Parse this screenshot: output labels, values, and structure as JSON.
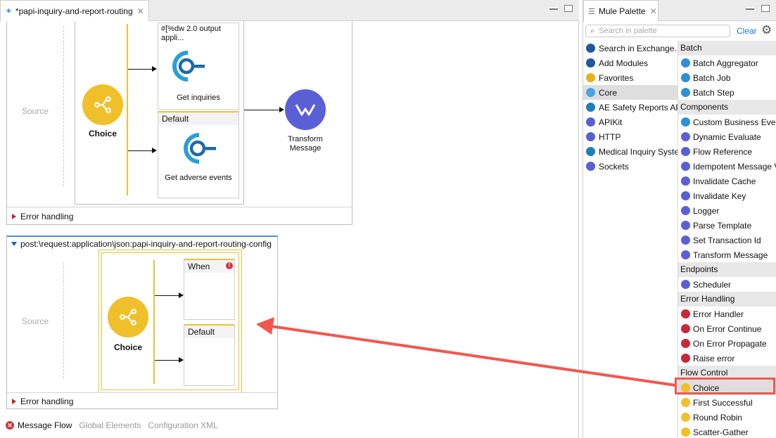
{
  "editor": {
    "tab_title": "*papi-inquiry-and-report-routing",
    "tab_close": "✕",
    "flow1": {
      "source_label": "Source",
      "choice_label": "Choice",
      "route_when_header": "#[%dw 2.0 output appli...",
      "component1_label": "Get inquiries",
      "route_default_header": "Default",
      "component2_label": "Get adverse events",
      "transform_label": "Transform Message",
      "error_handling": "Error handling"
    },
    "flow2": {
      "title": "post:\\request:application\\json:papi-inquiry-and-report-routing-config",
      "source_label": "Source",
      "choice_label": "Choice",
      "route_when_header": "When",
      "route_default_header": "Default",
      "error_handling": "Error handling"
    },
    "bottom_tabs": [
      "Message Flow",
      "Global Elements",
      "Configuration XML"
    ]
  },
  "palette": {
    "tab_title": "Mule Palette",
    "tab_close": "✕",
    "search_placeholder": "Search in palette",
    "clear_label": "Clear",
    "categories": [
      {
        "label": "Search in Exchange...",
        "icon": "exchange-icon",
        "color": "#1b5a9e"
      },
      {
        "label": "Add Modules",
        "icon": "plus-icon",
        "color": "#1b5a9e"
      },
      {
        "label": "Favorites",
        "icon": "star-icon",
        "color": "#e7b21a"
      },
      {
        "label": "Core",
        "icon": "mule-icon",
        "color": "#4aa3df",
        "selected": true
      },
      {
        "label": "AE Safety Reports AP",
        "icon": "connector-icon",
        "color": "#1e7fb8"
      },
      {
        "label": "APIKit",
        "icon": "apikit-icon",
        "color": "#5b5fd6"
      },
      {
        "label": "HTTP",
        "icon": "globe-icon",
        "color": "#5b5fd6"
      },
      {
        "label": "Medical Inquiry Syste",
        "icon": "connector-icon",
        "color": "#1e7fb8"
      },
      {
        "label": "Sockets",
        "icon": "sockets-icon",
        "color": "#5b5fd6"
      }
    ],
    "sections": [
      {
        "header": "Batch",
        "items": [
          {
            "label": "Batch Aggregator",
            "color": "#2f8fd8"
          },
          {
            "label": "Batch Job",
            "color": "#2f8fd8"
          },
          {
            "label": "Batch Step",
            "color": "#2f8fd8"
          }
        ]
      },
      {
        "header": "Components",
        "items": [
          {
            "label": "Custom Business Event",
            "color": "#2f8fd8"
          },
          {
            "label": "Dynamic Evaluate",
            "color": "#5b5fd6"
          },
          {
            "label": "Flow Reference",
            "color": "#5b5fd6"
          },
          {
            "label": "Idempotent Message V",
            "color": "#5b5fd6"
          },
          {
            "label": "Invalidate Cache",
            "color": "#5b5fd6"
          },
          {
            "label": "Invalidate Key",
            "color": "#5b5fd6"
          },
          {
            "label": "Logger",
            "color": "#5b5fd6"
          },
          {
            "label": "Parse Template",
            "color": "#5b5fd6"
          },
          {
            "label": "Set Transaction Id",
            "color": "#5b5fd6"
          },
          {
            "label": "Transform Message",
            "color": "#5b5fd6"
          }
        ]
      },
      {
        "header": "Endpoints",
        "items": [
          {
            "label": "Scheduler",
            "color": "#5b5fd6"
          }
        ]
      },
      {
        "header": "Error Handling",
        "items": [
          {
            "label": "Error Handler",
            "color": "#c9283a"
          },
          {
            "label": "On Error Continue",
            "color": "#c9283a"
          },
          {
            "label": "On Error Propagate",
            "color": "#c9283a"
          },
          {
            "label": "Raise error",
            "color": "#c9283a"
          }
        ]
      },
      {
        "header": "Flow Control",
        "items": [
          {
            "label": "Choice",
            "color": "#f0c02b",
            "selected": true
          },
          {
            "label": "First Successful",
            "color": "#f0c02b"
          },
          {
            "label": "Round Robin",
            "color": "#f0c02b"
          },
          {
            "label": "Scatter-Gather",
            "color": "#f0c02b"
          }
        ]
      }
    ]
  },
  "colors": {
    "choice_yellow": "#f0c02b",
    "transform_purple": "#5b5fd6",
    "connector_blue": "#2a9fd6",
    "highlight_red": "#f2574e"
  }
}
